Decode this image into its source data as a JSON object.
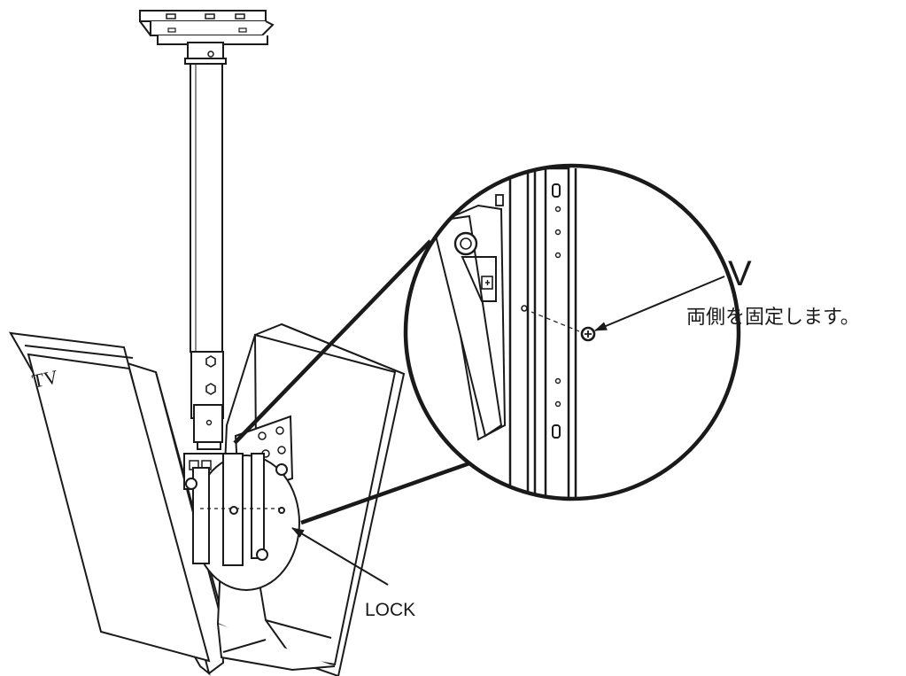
{
  "labels": {
    "screw_id": "V",
    "instruction": "両側を固定します。",
    "lock": "LOCK"
  },
  "colors": {
    "line": "#1a1a1a",
    "background": "#ffffff"
  }
}
